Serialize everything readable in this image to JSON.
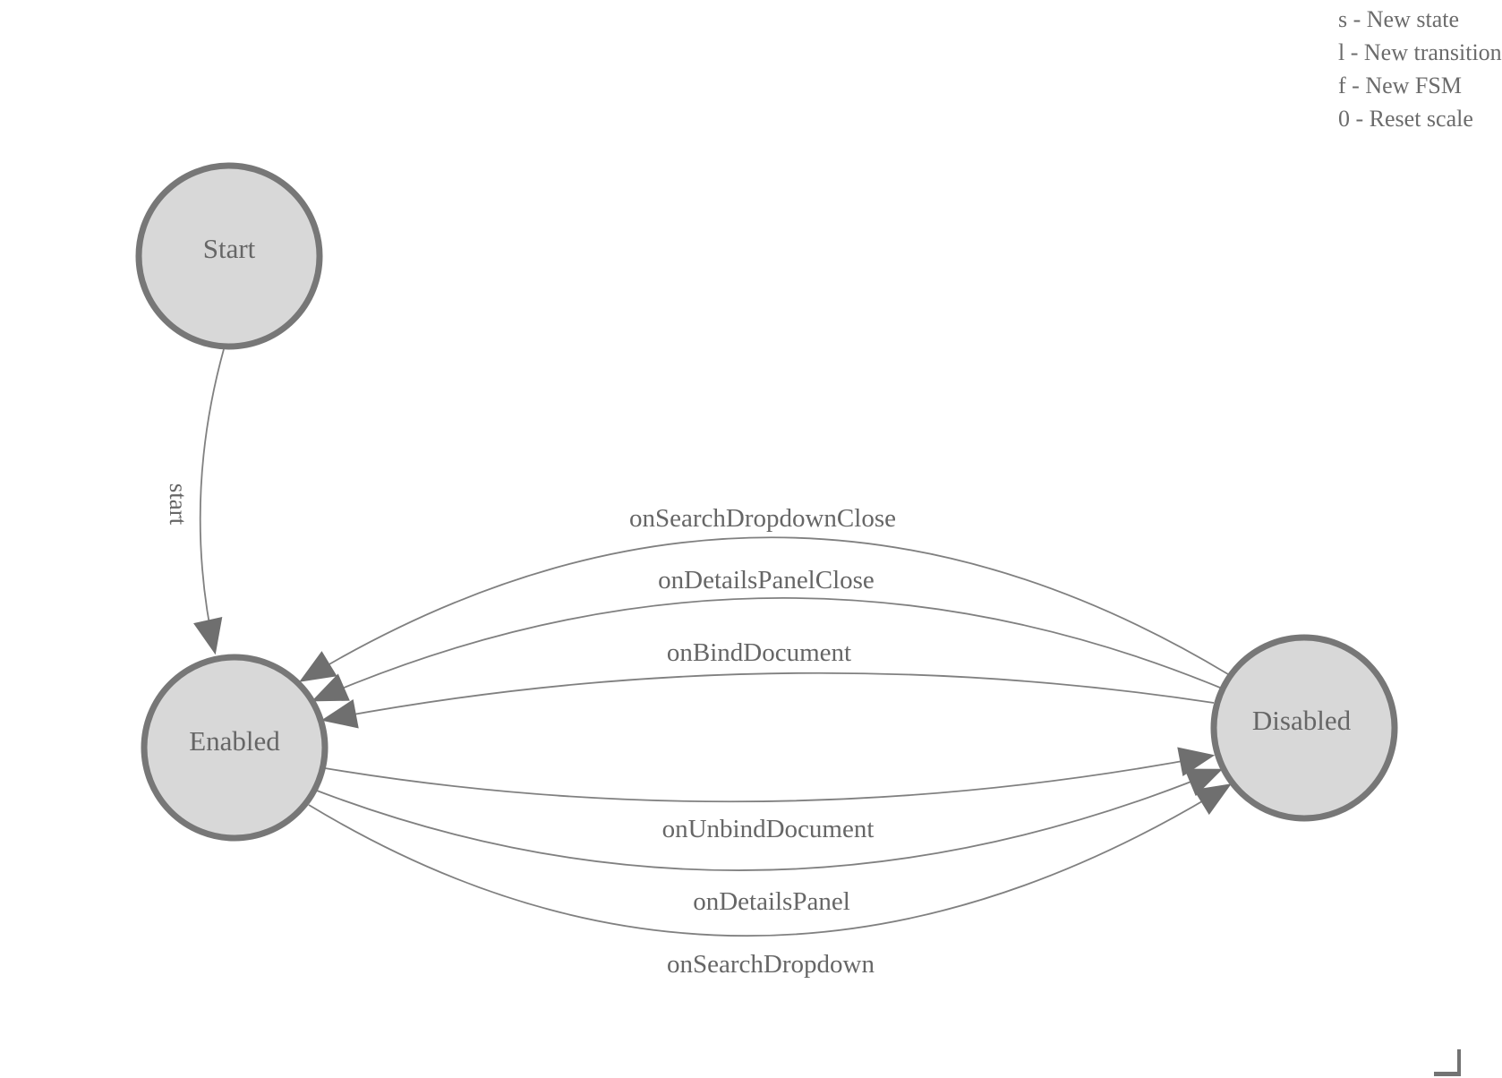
{
  "legend": {
    "lines": [
      "s - New state",
      "l - New transition",
      "f - New FSM",
      "0 - Reset scale"
    ]
  },
  "fsm": {
    "states": [
      {
        "id": "start",
        "label": "Start"
      },
      {
        "id": "enabled",
        "label": "Enabled"
      },
      {
        "id": "disabled",
        "label": "Disabled"
      }
    ],
    "transitions": [
      {
        "from": "Start",
        "to": "Enabled",
        "label": "start"
      },
      {
        "from": "Disabled",
        "to": "Enabled",
        "label": "onSearchDropdownClose"
      },
      {
        "from": "Disabled",
        "to": "Enabled",
        "label": "onDetailsPanelClose"
      },
      {
        "from": "Disabled",
        "to": "Enabled",
        "label": "onBindDocument"
      },
      {
        "from": "Enabled",
        "to": "Disabled",
        "label": "onUnbindDocument"
      },
      {
        "from": "Enabled",
        "to": "Disabled",
        "label": "onDetailsPanel"
      },
      {
        "from": "Enabled",
        "to": "Disabled",
        "label": "onSearchDropdown"
      }
    ],
    "colors": {
      "state_fill": "#d8d8d8",
      "state_stroke": "#777777",
      "edge_stroke": "#808080",
      "arrow_fill": "#6f6f6f",
      "label_text": "#666666",
      "legend_text": "#6b6b6b"
    }
  }
}
